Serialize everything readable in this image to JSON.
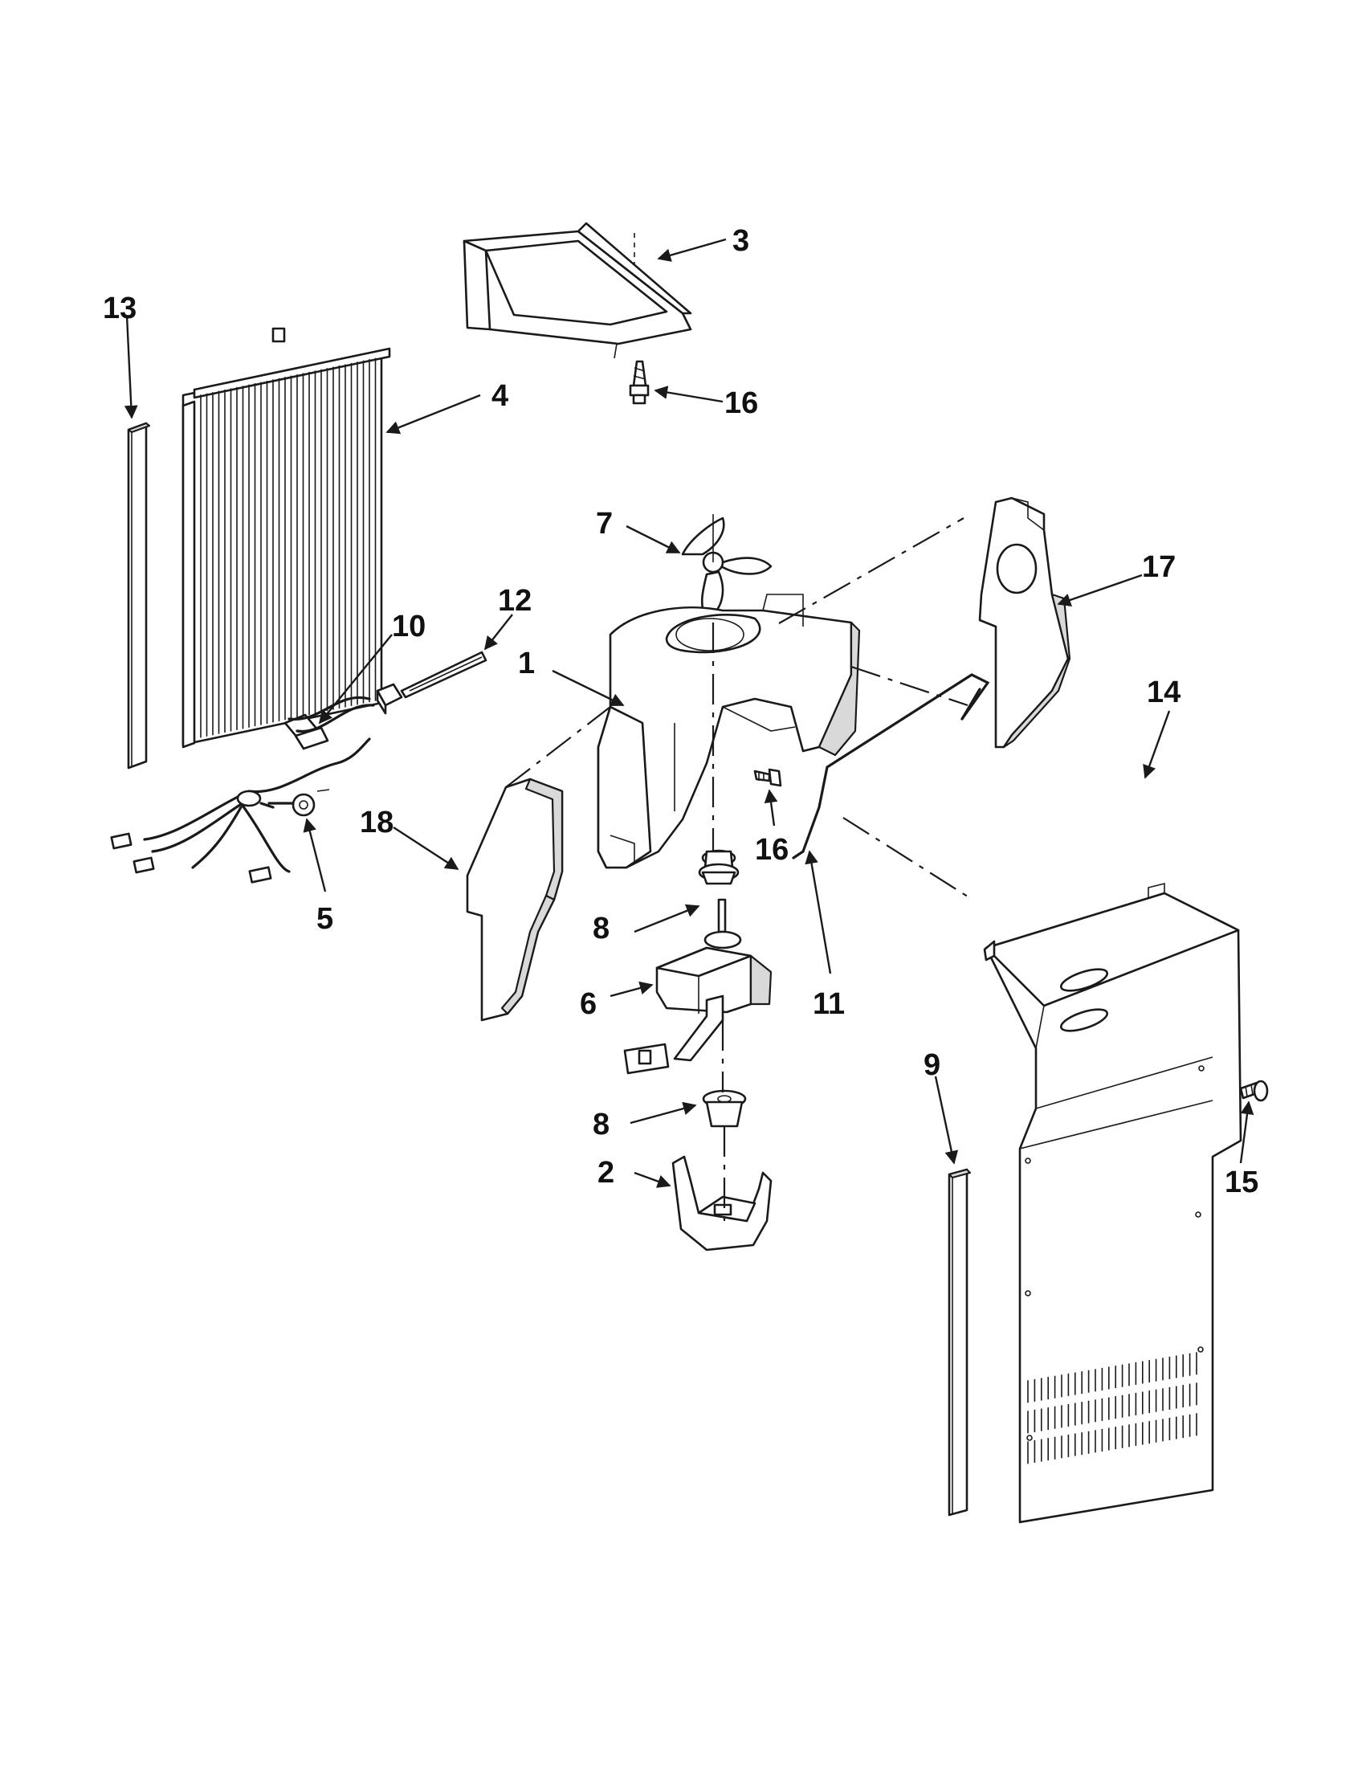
{
  "colors": {
    "ink": "#1a1a1a",
    "background": "#ffffff",
    "shade": "#d9d9d9"
  },
  "callouts": {
    "c1": "1",
    "c2": "2",
    "c3": "3",
    "c4": "4",
    "c5": "5",
    "c6": "6",
    "c7": "7",
    "c8a": "8",
    "c8b": "8",
    "c9": "9",
    "c10": "10",
    "c11": "11",
    "c12": "12",
    "c13": "13",
    "c14": "14",
    "c15": "15",
    "c16a": "16",
    "c16b": "16",
    "c17": "17",
    "c18": "18"
  }
}
